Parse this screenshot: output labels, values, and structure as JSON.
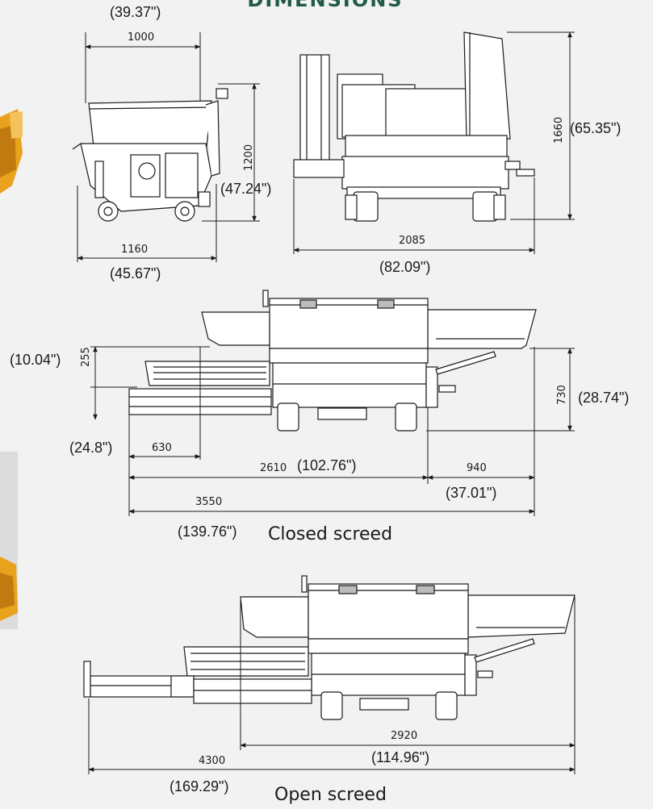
{
  "header": {
    "title": "DIMENSIONS"
  },
  "colors": {
    "background": "#f2f2f2",
    "heading": "#1f5c46",
    "line": "#1a1a1a",
    "machine_fill": "#ffffff",
    "photo_accent": "#e8a21c"
  },
  "views": {
    "side": {
      "width_mm": "1000",
      "width_in": "(39.37\")",
      "height_mm": "1200",
      "height_in": "(47.24\")",
      "length_mm": "1160",
      "length_in": "(45.67\")"
    },
    "front": {
      "height_mm": "1660",
      "height_in": "(65.35\")",
      "width_mm": "2085",
      "width_in": "(82.09\")"
    },
    "closed": {
      "caption": "Closed screed",
      "d255_mm": "255",
      "d255_in": "(10.04\")",
      "d630_mm": "630",
      "d630_in": "(24.8\")",
      "d2610_mm": "2610",
      "d2610_in": "(102.76\")",
      "d940_mm": "940",
      "d940_in": "(37.01\")",
      "d730_mm": "730",
      "d730_in": "(28.74\")",
      "d3550_mm": "3550",
      "d3550_in": "(139.76\")"
    },
    "open": {
      "caption": "Open screed",
      "d2920_mm": "2920",
      "d2920_in": "(114.96\")",
      "d4300_mm": "4300",
      "d4300_in": "(169.29\")"
    }
  }
}
